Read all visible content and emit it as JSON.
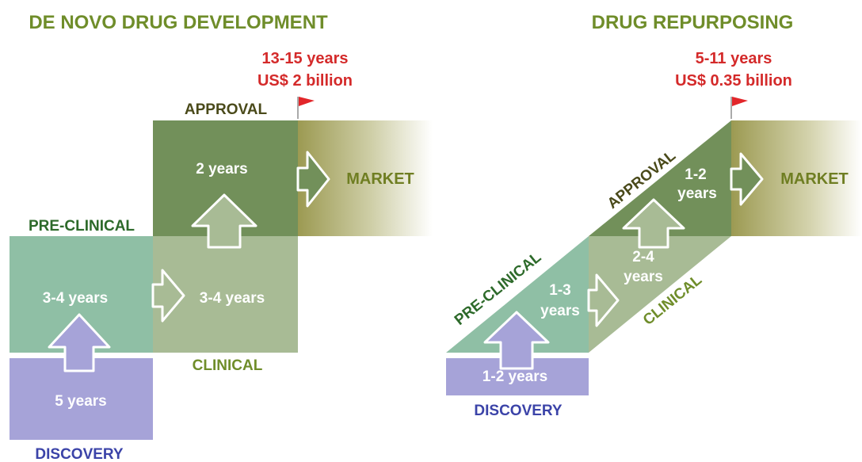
{
  "left": {
    "title": "DE NOVO DRUG DEVELOPMENT",
    "total_time": "13-15 years",
    "total_cost": "US$ 2 billion",
    "stages": {
      "approval": "APPROVAL",
      "preclinical": "PRE-CLINICAL",
      "clinical": "CLINICAL",
      "discovery": "DISCOVERY",
      "market": "MARKET"
    },
    "durations": {
      "approval": "2 years",
      "preclinical": "3-4 years",
      "clinical": "3-4 years",
      "discovery": "5 years"
    }
  },
  "right": {
    "title": "DRUG REPURPOSING",
    "total_time": "5-11 years",
    "total_cost": "US$ 0.35 billion",
    "stages": {
      "approval": "APPROVAL",
      "preclinical": "PRE-CLINICAL",
      "clinical": "CLINICAL",
      "discovery": "DISCOVERY",
      "market": "MARKET"
    },
    "durations": {
      "approval_1": "1-2",
      "approval_2": "years",
      "clinical_1": "2-4",
      "clinical_2": "years",
      "preclinical_1": "1-3",
      "preclinical_2": "years",
      "discovery": "1-2 years"
    }
  },
  "colors": {
    "title": "#6f8d2a",
    "cost": "#d42a2a",
    "approval_box": "#72905a",
    "preclinical_box": "#8fbfa5",
    "clinical_box": "#a8bb95",
    "discovery_box": "#a6a3d8",
    "market_gradient_start": "#9c9a52",
    "discovery_label": "#3b43a8",
    "preclinical_label": "#2d6a2a",
    "approval_label": "#4a4a1a"
  }
}
